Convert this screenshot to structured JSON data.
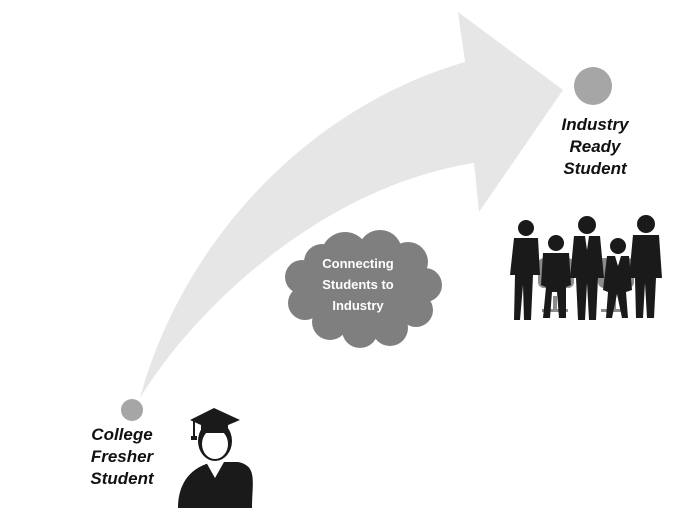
{
  "diagram": {
    "start_label": [
      "College",
      "Fresher",
      "Student"
    ],
    "end_label": [
      "Industry",
      "Ready",
      "Student"
    ],
    "cloud_text": [
      "Connecting",
      "Students to",
      "Industry"
    ],
    "icons": {
      "start": "graduate-student-icon",
      "end": "business-team-icon"
    },
    "colors": {
      "arrow": "#e6e6e6",
      "node": "#a6a6a6",
      "cloud": "#7f7f7f",
      "silhouette": "#1a1a1a"
    }
  }
}
